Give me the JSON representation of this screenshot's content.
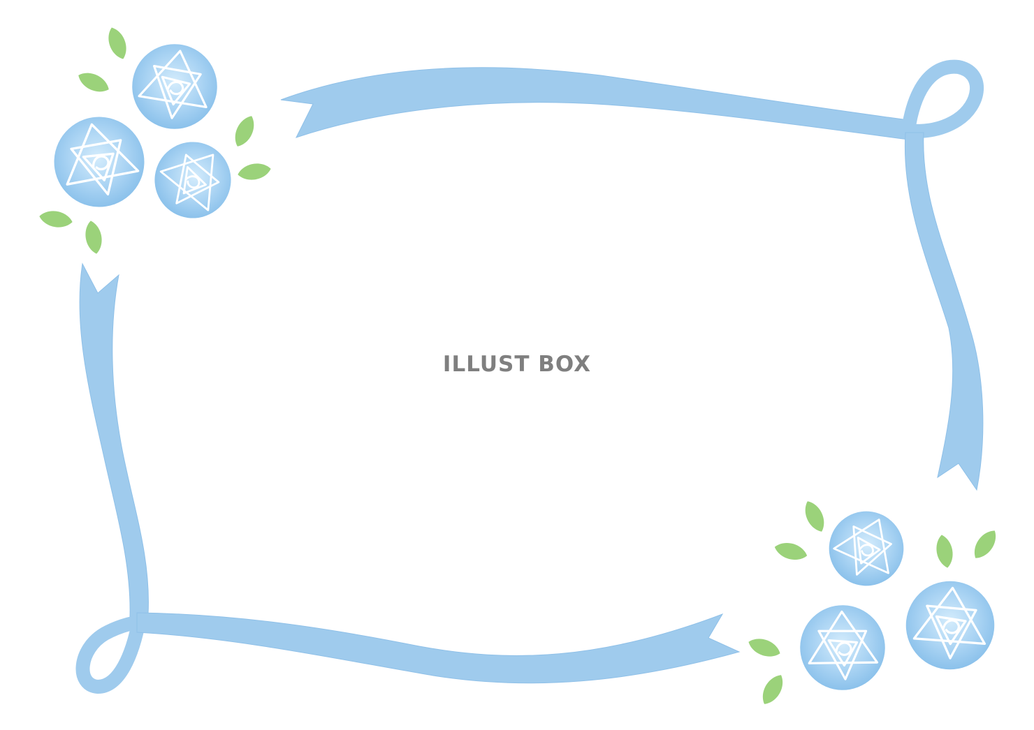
{
  "watermark": {
    "text": "ILLUST BOX"
  },
  "colors": {
    "ribbon": "#9fcbed",
    "rose_outer": "#8ec4ec",
    "rose_inner": "#cfe8fb",
    "leaf": "#9bd27a",
    "watermark": "#7f7f7f",
    "background": "#ffffff"
  },
  "icons": [
    "blue-rose",
    "green-leaf",
    "ribbon-frame"
  ]
}
